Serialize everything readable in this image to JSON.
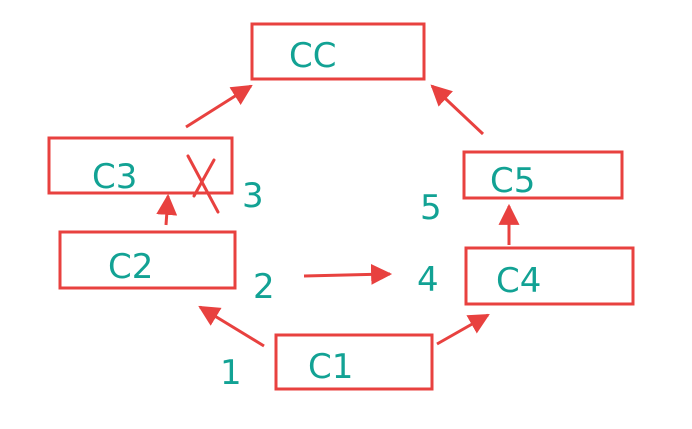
{
  "nodes": {
    "cc": "CC",
    "c3": "C3",
    "c2": "C2",
    "c1": "C1",
    "c4": "C4",
    "c5": "C5"
  },
  "step_labels": {
    "s1": "1",
    "s2": "2",
    "s3": "3",
    "s4": "4",
    "s5": "5"
  },
  "colors": {
    "box_and_arrow": "#e8413f",
    "text": "#12a294"
  }
}
